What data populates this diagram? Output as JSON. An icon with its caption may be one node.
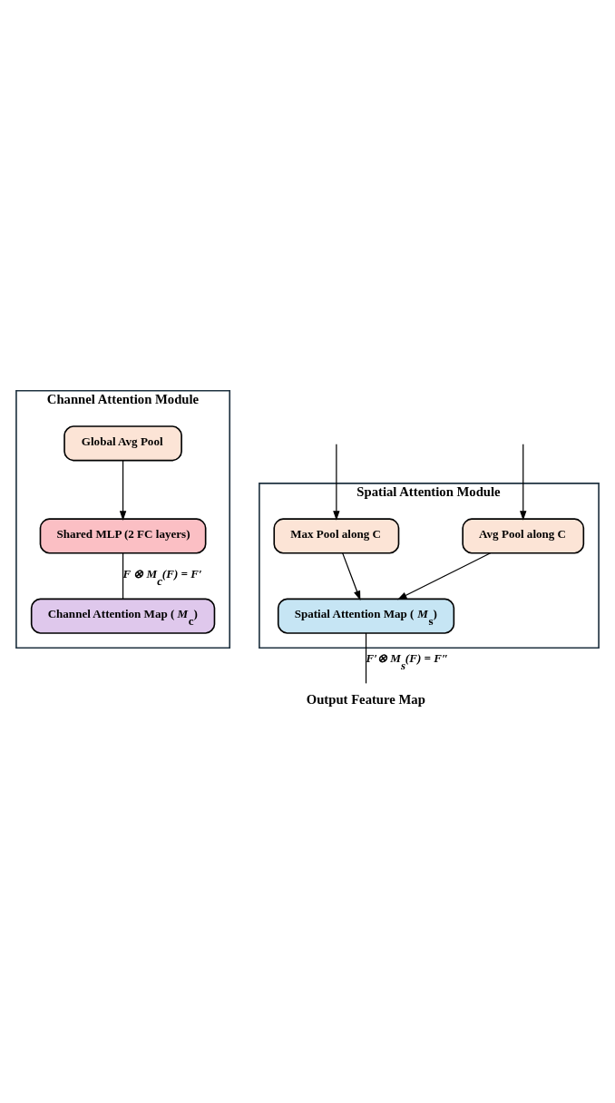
{
  "diagram": {
    "nodes": [
      {
        "text": [
          "Channel Attention Module"
        ]
      },
      {
        "text": [
          "Global Avg Pool"
        ],
        "in": 0
      },
      {
        "text": [
          "Shared MLP (2 FC layers)"
        ],
        "in": 0
      },
      {
        "text": [
          "Channel Attention Map ( *M*$_{c}$)"
        ],
        "in": 0
      },
      {
        "text": [
          "Spatial Attention Module"
        ]
      },
      {
        "text": [
          "Max Pool along C"
        ],
        "in": 4
      },
      {
        "text": [
          "Avg Pool along C"
        ],
        "in": 4
      },
      {
        "text": [
          "Spatial Attention Map ( *M*$_{s}$)"
        ],
        "in": 4
      },
      {
        "text": [
          "Output Feature Map"
        ]
      }
    ],
    "edges": [
      {
        "from": 1,
        "to": 2,
        "arrow": "to"
      },
      {
        "from": 2,
        "to": 3,
        "arrow": "none",
        "label": "F ⊗ M$_{c}$(F) = F′"
      },
      {
        "from": null,
        "to": 5,
        "arrow": "to"
      },
      {
        "from": null,
        "to": 6,
        "arrow": "to"
      },
      {
        "from": 5,
        "to": 7,
        "arrow": "to"
      },
      {
        "from": 6,
        "to": 7,
        "arrow": "to"
      },
      {
        "from": 7,
        "to": 8,
        "arrow": "none",
        "label": "F′⊗ M$_{s}$(F) = F″"
      }
    ]
  }
}
